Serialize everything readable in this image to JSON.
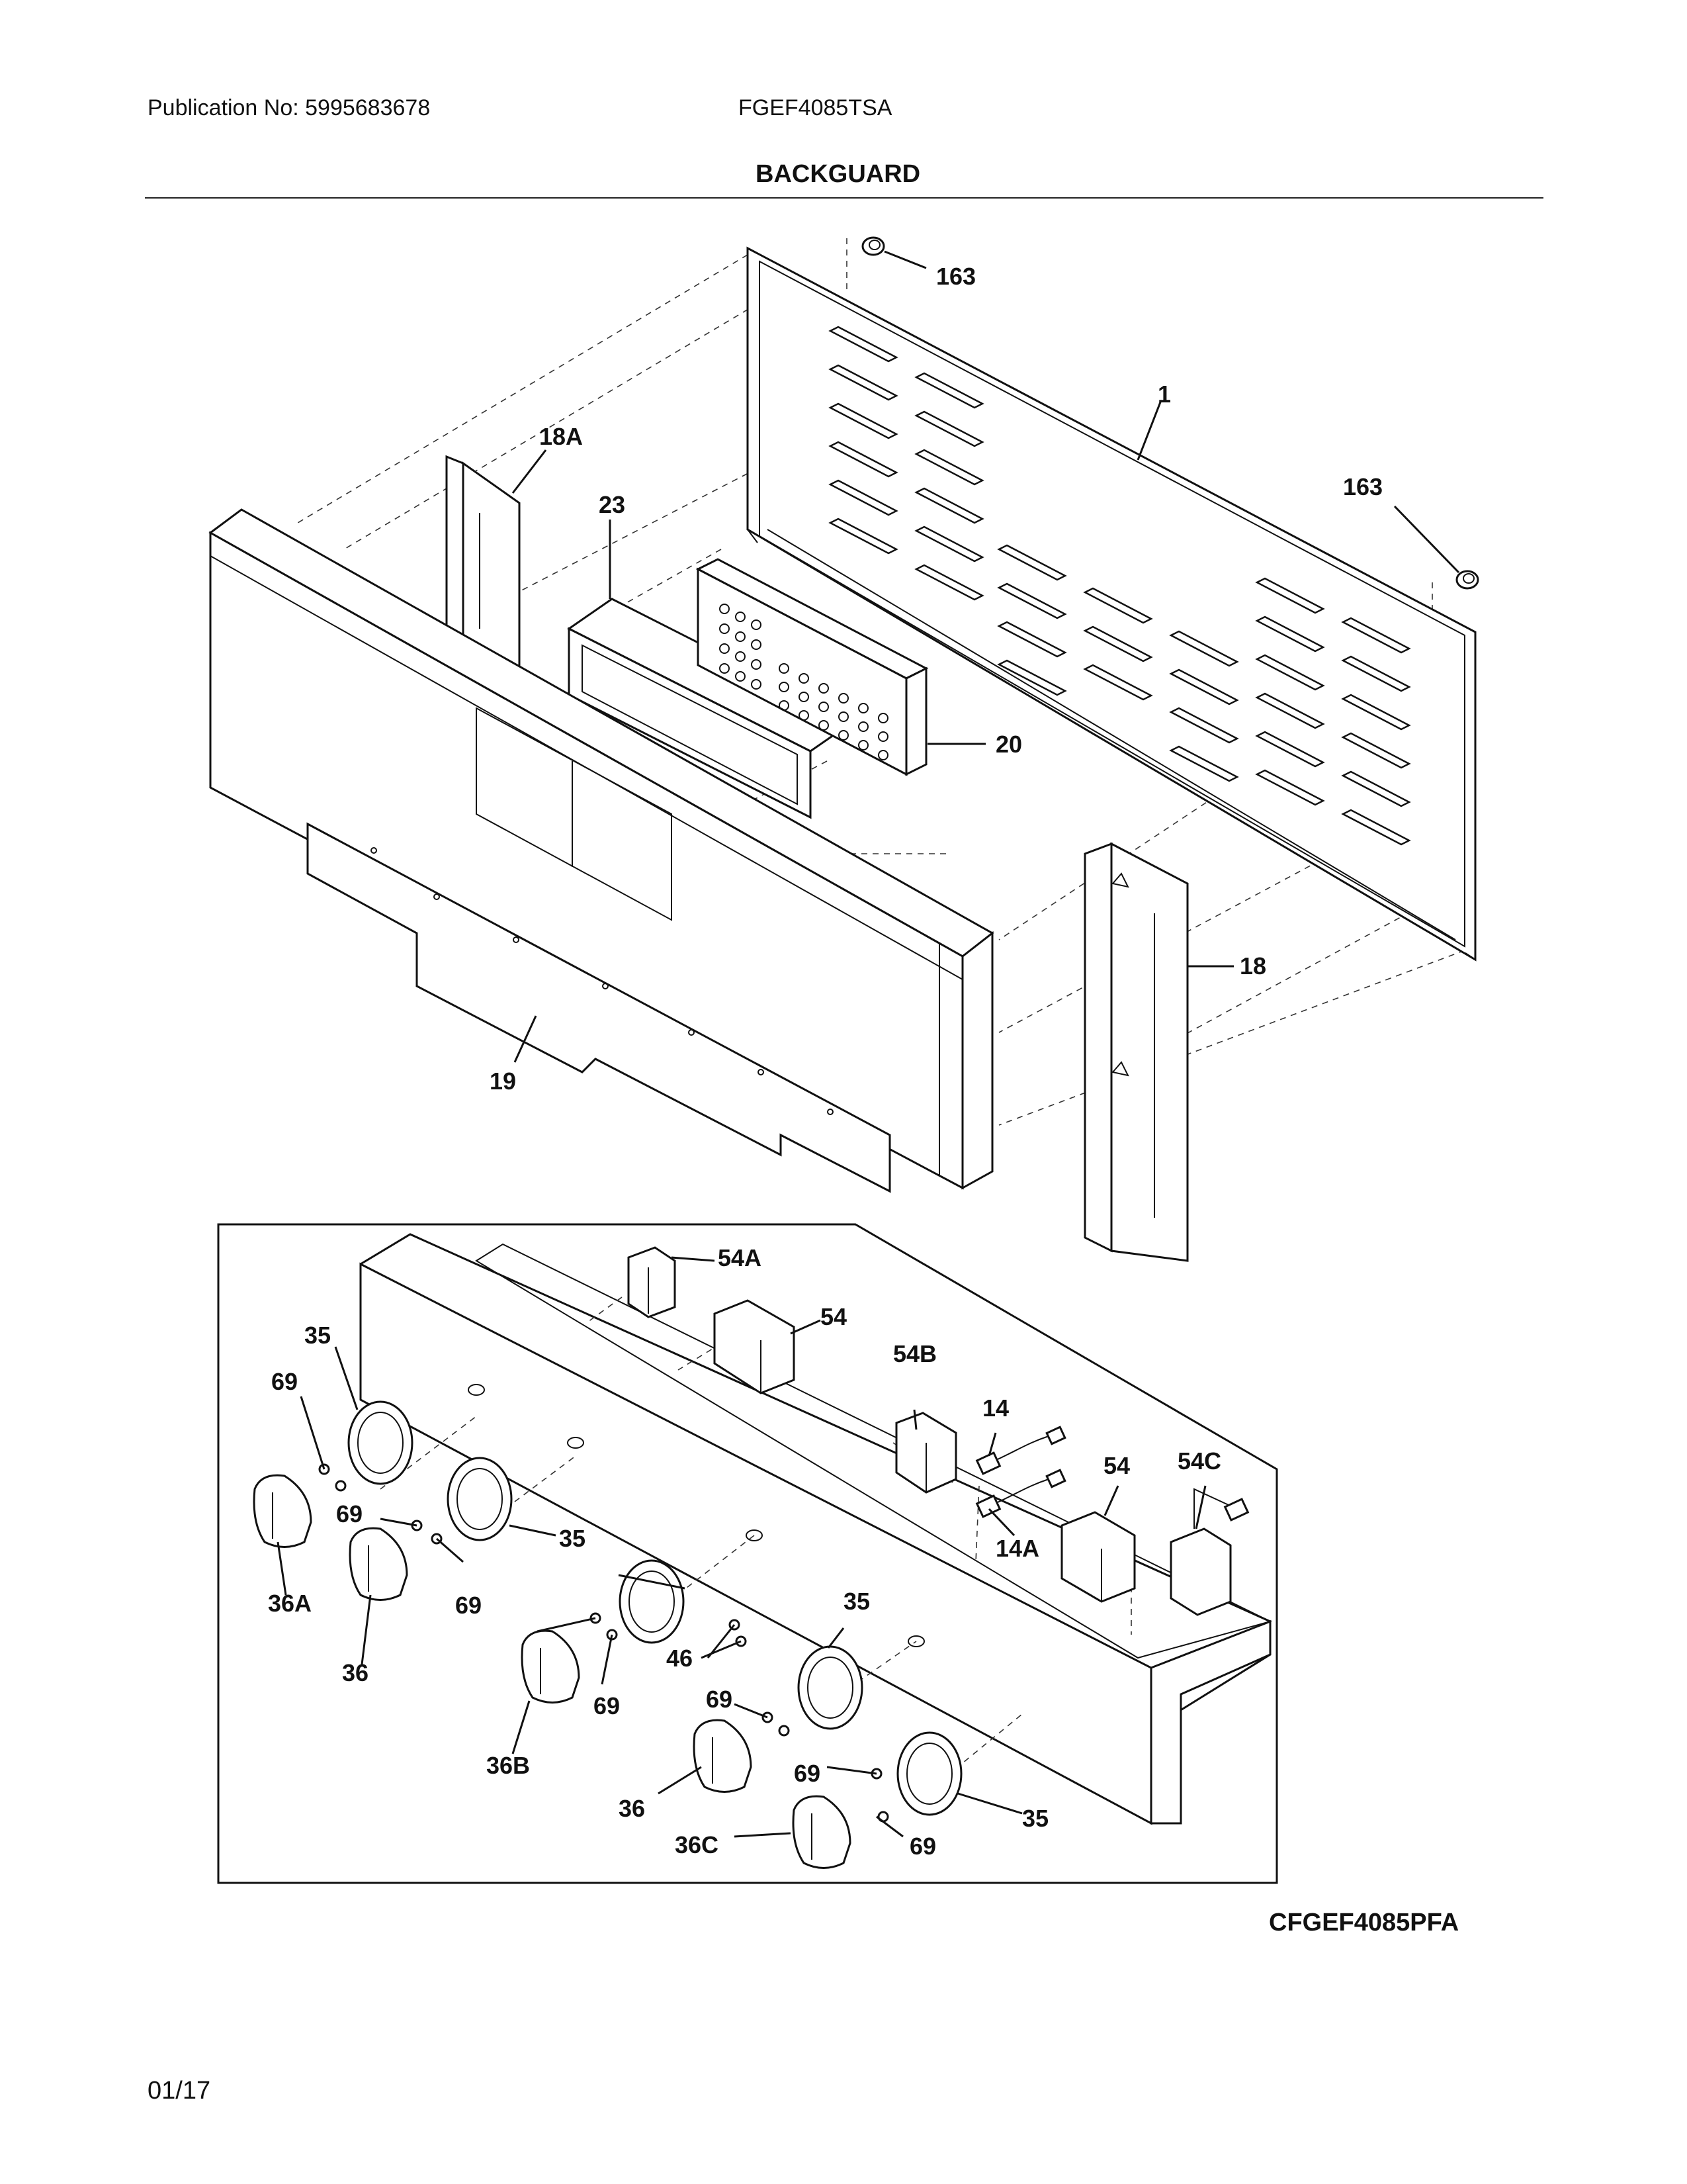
{
  "header": {
    "publication": "Publication No: 5995683678",
    "model": "FGEF4085TSA",
    "title": "BACKGUARD"
  },
  "footer": {
    "reference": "CFGEF4085PFA",
    "date": "01/17"
  },
  "callouts": {
    "c163a": "163",
    "c1": "1",
    "c163b": "163",
    "c18A": "18A",
    "c23": "23",
    "c20": "20",
    "c18": "18",
    "c19": "19",
    "c54A": "54A",
    "c54top": "54",
    "c35a": "35",
    "c69a": "69",
    "c54B": "54B",
    "c14": "14",
    "c54mid": "54",
    "c54C": "54C",
    "c69b": "69",
    "c35b": "35",
    "c14A": "14A",
    "c36A": "36A",
    "c69c": "69",
    "c35c": "35",
    "c36a": "36",
    "c46": "46",
    "c69d": "69",
    "c69e": "69",
    "c36B": "36B",
    "c69f": "69",
    "c36b": "36",
    "c35d": "35",
    "c36C": "36C",
    "c69g": "69"
  }
}
